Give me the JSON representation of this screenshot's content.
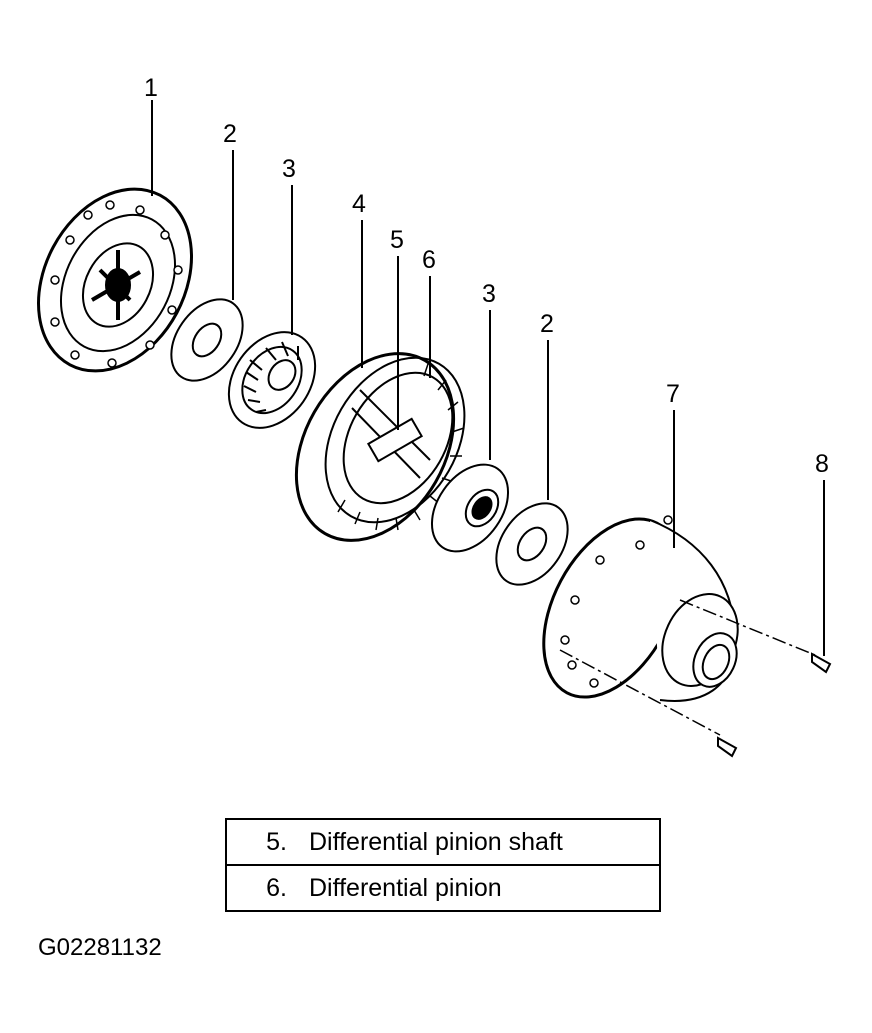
{
  "callouts": [
    "1",
    "2",
    "3",
    "4",
    "5",
    "6",
    "3",
    "2",
    "7",
    "8"
  ],
  "legend": [
    {
      "number": "5.",
      "text": "Differential pinion shaft"
    },
    {
      "number": "6.",
      "text": "Differential pinion"
    }
  ],
  "figure_id": "G02281132"
}
